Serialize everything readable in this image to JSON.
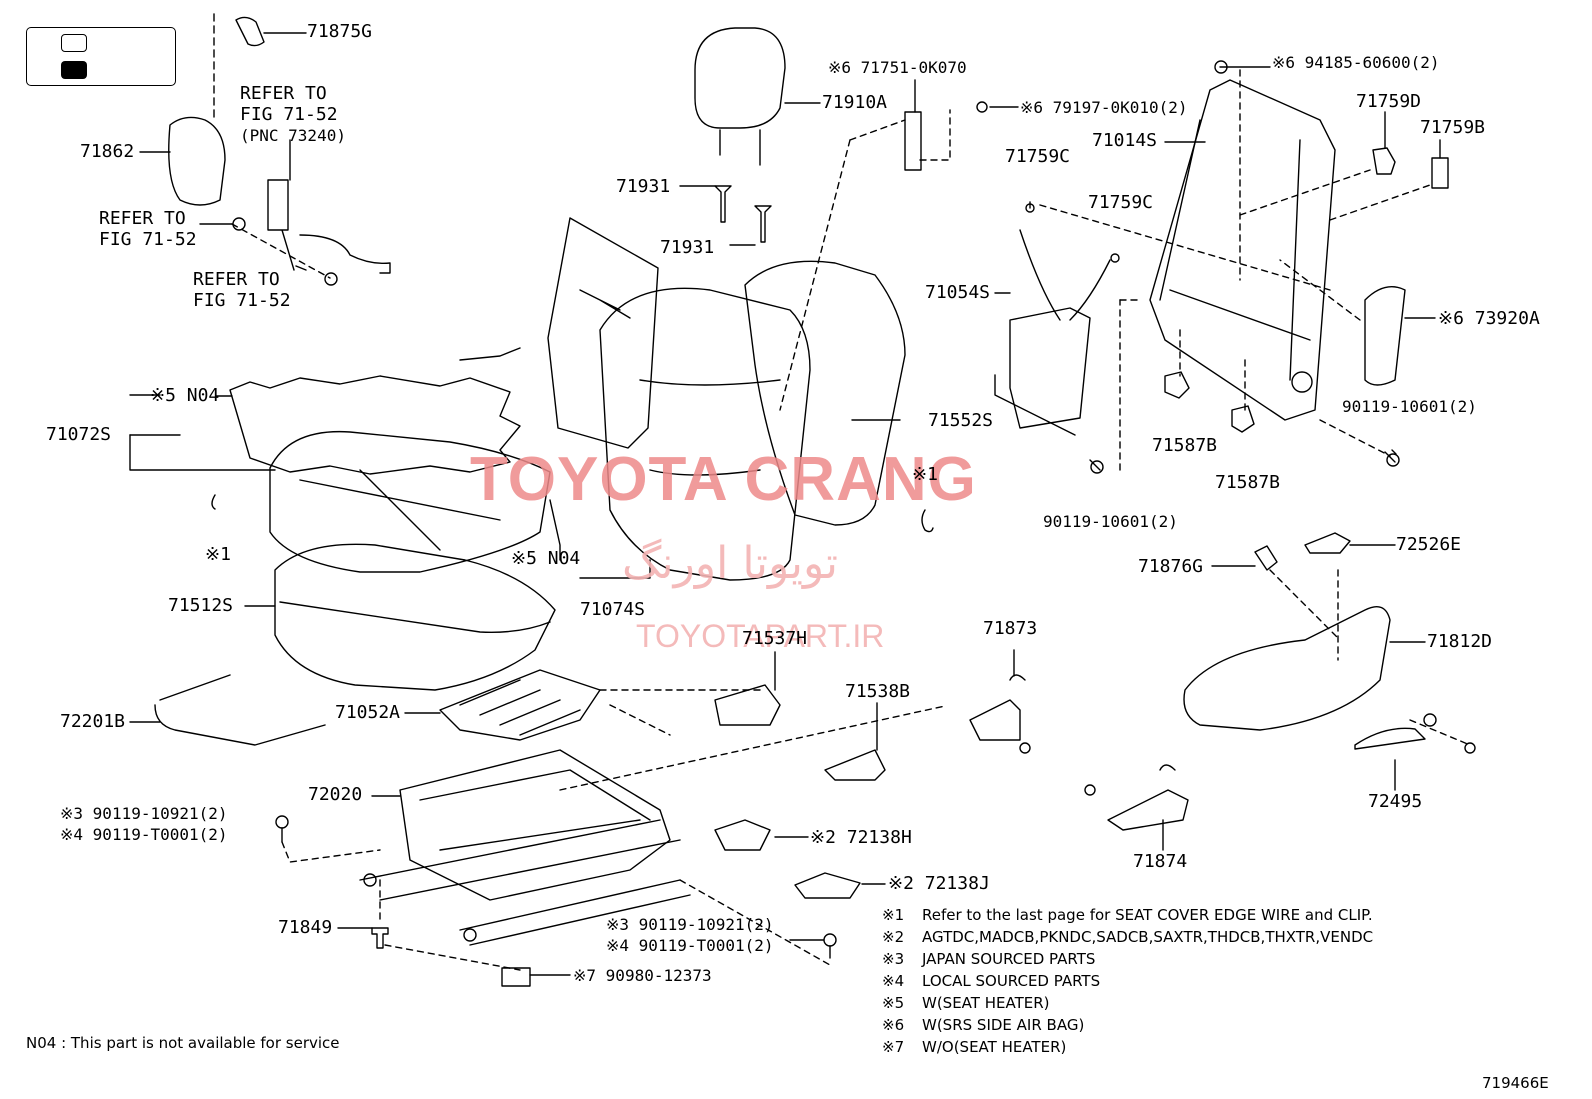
{
  "watermark": {
    "brand": "TOYOTA CRANG",
    "persian": "تویوتا اورنگ",
    "site": "TOYOTAPART.IR"
  },
  "legend": {
    "open_icon": "white-rounded-rect",
    "filled_icon": "black-rounded-rect"
  },
  "part_labels": {
    "p71875G": "71875G",
    "refer1a": "REFER TO",
    "refer1b": "FIG 71-52",
    "refer1c": "(PNC 73240)",
    "p71862": "71862",
    "refer2a": "REFER TO",
    "refer2b": "FIG 71-52",
    "refer3a": "REFER TO",
    "refer3b": "FIG 71-52",
    "p71910A": "71910A",
    "p71751": "※6 71751-0K070",
    "p79197": "※6 79197-0K010(2)",
    "p94185": "※6 94185-60600(2)",
    "p71759D": "71759D",
    "p71759B": "71759B",
    "p71014S": "71014S",
    "p71759C_1": "71759C",
    "p71759C_2": "71759C",
    "p71931_1": "71931",
    "p71931_2": "71931",
    "p71054S": "71054S",
    "p73920A": "※6 73920A",
    "p90119_10601_r": "90119-10601(2)",
    "pN04_top": "※5 N04",
    "p71072S": "71072S",
    "p71552S": "71552S",
    "p71587B_1": "71587B",
    "p71587B_2": "71587B",
    "star1_right": "※1",
    "p90119_10601_c": "90119-10601(2)",
    "star1_left": "※1",
    "pN04_bottom": "※5 N04",
    "p71074S": "71074S",
    "p72526E": "72526E",
    "p71876G": "71876G",
    "p71512S": "71512S",
    "p71537H": "71537H",
    "p71873": "71873",
    "p71812D": "71812D",
    "p72201B": "72201B",
    "p71052A": "71052A",
    "p71538B": "71538B",
    "p72020": "72020",
    "p72495": "72495",
    "p90119_10921_a": "※3 90119-10921(2)",
    "p90119_T0001_a": "※4 90119-T0001(2)",
    "p72138H": "※2 72138H",
    "p71874": "71874",
    "p72138J": "※2 72138J",
    "p71849": "71849",
    "p90119_10921_b": "※3 90119-10921(2)",
    "p90119_T0001_b": "※4 90119-T0001(2)",
    "p90980": "※7 90980-12373"
  },
  "notes": [
    {
      "key": "※1",
      "text": "Refer to the last page for SEAT COVER EDGE WIRE and CLIP."
    },
    {
      "key": "※2",
      "text": "AGTDC,MADCB,PKNDC,SADCB,SAXTR,THDCB,THXTR,VENDC"
    },
    {
      "key": "※3",
      "text": "JAPAN SOURCED PARTS"
    },
    {
      "key": "※4",
      "text": "LOCAL SOURCED PARTS"
    },
    {
      "key": "※5",
      "text": "W(SEAT HEATER)"
    },
    {
      "key": "※6",
      "text": "W(SRS SIDE AIR BAG)"
    },
    {
      "key": "※7",
      "text": "W/O(SEAT HEATER)"
    }
  ],
  "footer": {
    "n04_note": "N04 : This part is not available for service",
    "figure_code": "719466E"
  },
  "colors": {
    "line": "#000000",
    "watermark_red": "#ee8a8a",
    "watermark_light": "#f3b3b3"
  }
}
